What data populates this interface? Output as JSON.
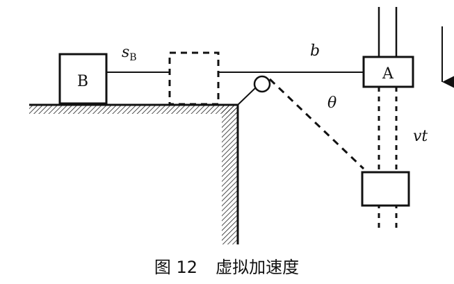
{
  "labels": {
    "block_b": "B",
    "block_a": "A",
    "s_main": "s",
    "s_sub": "B",
    "b": "b",
    "theta": "θ",
    "vt": "vt"
  },
  "caption": {
    "number": "图 12",
    "title": "虚拟加速度"
  }
}
